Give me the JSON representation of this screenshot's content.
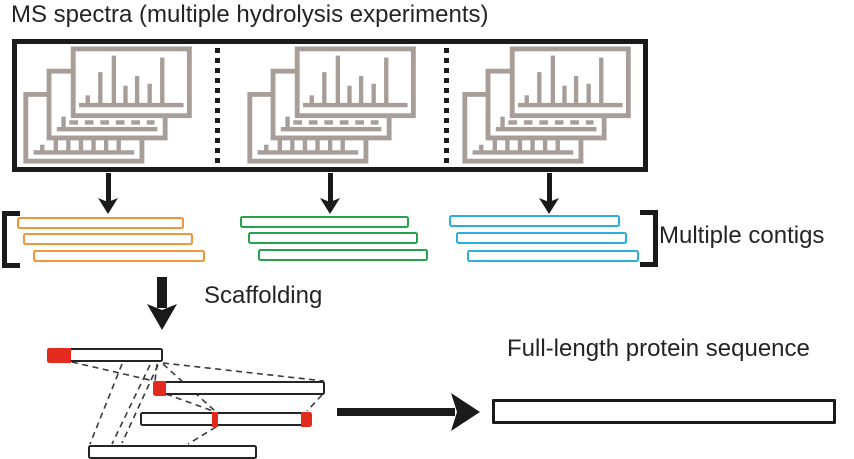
{
  "title": "MS spectra (multiple hydrolysis experiments)",
  "labels": {
    "multiple_contigs": "Multiple contigs",
    "scaffolding": "Scaffolding",
    "full_length": "Full-length protein sequence"
  },
  "colors": {
    "orange": "#F2953B",
    "green": "#27A24C",
    "cyan": "#2BAEE0",
    "red": "#E32A1E",
    "spectra_gray": "#A79E99",
    "ink": "#1A1A1A"
  },
  "structure": {
    "spectra_groups": 3,
    "spectra_panels_per_group": 3,
    "contig_groups": [
      {
        "color_name": "orange",
        "contigs": 3
      },
      {
        "color_name": "green",
        "contigs": 3
      },
      {
        "color_name": "cyan",
        "contigs": 3
      }
    ],
    "scaffold_rows": [
      {
        "color_name": "orange",
        "red_segments": "left-end"
      },
      {
        "color_name": "green",
        "red_segments": "left-end"
      },
      {
        "color_name": "orange",
        "red_segments": "middle-and-right-end"
      },
      {
        "color_name": "cyan",
        "red_segments": "none"
      }
    ],
    "icons": {
      "spectra": "ms-spectrum-stack-icon",
      "flow_down": "down-arrow-icon",
      "scaffold": "bold-down-arrow-icon",
      "result": "right-arrow-icon"
    }
  }
}
